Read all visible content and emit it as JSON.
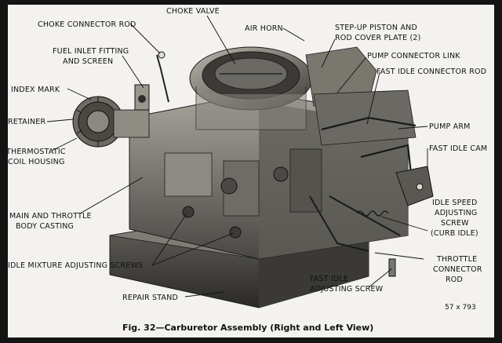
{
  "labels": {
    "choke_connector_rod": "CHOKE CONNECTOR ROD",
    "choke_valve": "CHOKE VALVE",
    "air_horn": "AIR HORN",
    "step_up_piston_1": "STEP-UP PISTON AND",
    "step_up_piston_2": "ROD COVER PLATE (2)",
    "fuel_inlet_1": "FUEL INLET FITTING",
    "fuel_inlet_2": "AND SCREEN",
    "pump_connector_link": "PUMP CONNECTOR LINK",
    "fast_idle_connector_rod": "FAST IDLE CONNECTOR ROD",
    "index_mark": "INDEX MARK",
    "retainer": "RETAINER",
    "pump_arm": "PUMP ARM",
    "thermostatic_1": "THERMOSTATIC",
    "thermostatic_2": "COIL HOUSING",
    "fast_idle_cam": "FAST IDLE CAM",
    "idle_speed_1": "IDLE SPEED",
    "idle_speed_2": "ADJUSTING",
    "idle_speed_3": "SCREW",
    "idle_speed_4": "(CURB IDLE)",
    "main_throttle_1": "MAIN AND THROTTLE",
    "main_throttle_2": "BODY CASTING",
    "throttle_connector_1": "THROTTLE",
    "throttle_connector_2": "CONNECTOR",
    "throttle_connector_3": "ROD",
    "idle_mixture": "IDLE MIXTURE ADJUSTING SCREWS",
    "fast_idle_adj_1": "FAST IDLE",
    "fast_idle_adj_2": "ADJUSTING SCREW",
    "repair_stand": "REPAIR STAND"
  },
  "figure_number": "57 x 793",
  "caption": "Fig. 32—Carburetor Assembly (Right and Left View)"
}
